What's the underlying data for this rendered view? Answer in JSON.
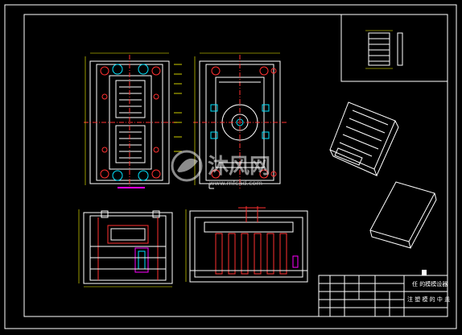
{
  "watermark": {
    "title": "沐风网",
    "url": "www.mfcad.com"
  },
  "title_block": {
    "school": "任 的模模设器",
    "drawing_name": "注 塑 模 的 中 盖"
  },
  "colors": {
    "background": "#000000",
    "frame": "#ffffff",
    "outline": "#ffffff",
    "dimension": "#ffff00",
    "centerline": "#ff3030",
    "bolt": "#00e5ff",
    "accent": "#ff00ff",
    "hidden": "#3030ff",
    "text": "#ffffff"
  }
}
